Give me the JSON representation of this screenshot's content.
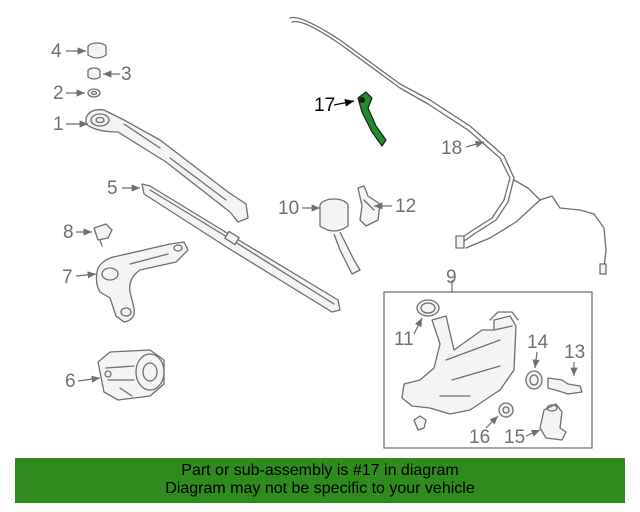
{
  "parts": [
    {
      "number": "1"
    },
    {
      "number": "2"
    },
    {
      "number": "3"
    },
    {
      "number": "4"
    },
    {
      "number": "5"
    },
    {
      "number": "6"
    },
    {
      "number": "7"
    },
    {
      "number": "8"
    },
    {
      "number": "9"
    },
    {
      "number": "10"
    },
    {
      "number": "11"
    },
    {
      "number": "12"
    },
    {
      "number": "13"
    },
    {
      "number": "14"
    },
    {
      "number": "15"
    },
    {
      "number": "16"
    },
    {
      "number": "17"
    },
    {
      "number": "18"
    }
  ],
  "highlighted_part": "17",
  "banner": {
    "line1": "Part or sub-assembly is #17 in diagram",
    "line2": "Diagram may not be specific to your vehicle"
  },
  "colors": {
    "banner_background": "#2e8b1e",
    "highlighted_part": "#1f8c2e",
    "line_art": "#6e6e6e"
  }
}
